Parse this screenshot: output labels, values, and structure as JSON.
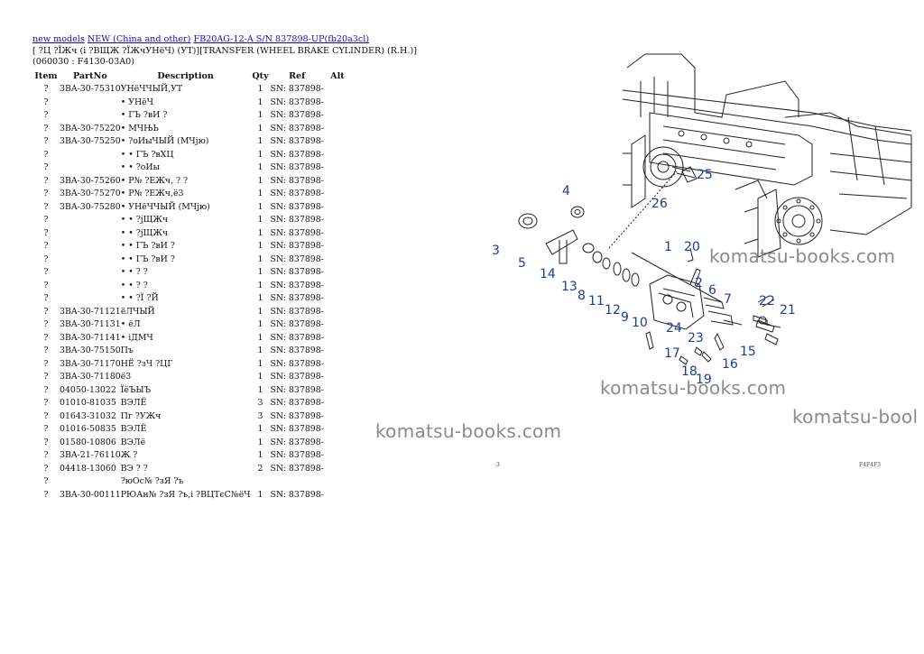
{
  "breadcrumb": {
    "link1": "new models",
    "link2": "NEW (China and other)",
    "link3": "FB20AG-12-A S/N 837898-UP(fb20a3cl)"
  },
  "page_title": "[ ?Ц ?ЇЖч (i ?ВЩЖ ?ЇЖчУНёЧ) (УТ)][TRANSFER (WHEEL BRAKE CYLINDER) (R.H.)](060030 : F4130-03A0)",
  "table": {
    "headers": [
      "Item",
      "PartNo",
      "Description",
      "Qty",
      "Ref",
      "Alt"
    ],
    "rows": [
      [
        "?",
        "3BA-30-75310",
        "УНёЧЧЫЙ,УТ",
        "1",
        "SN: 837898-"
      ],
      [
        "?",
        "",
        "• УНёЧ",
        "1",
        "SN: 837898-"
      ],
      [
        "?",
        "",
        "• ГЪ ?вИ ?",
        "1",
        "SN: 837898-"
      ],
      [
        "?",
        "3BA-30-75220",
        "• МЧЊЬ",
        "1",
        "SN: 837898-"
      ],
      [
        "?",
        "3BA-30-75250",
        "• ?оИыЧЫЙ (МЧјю)",
        "1",
        "SN: 837898-"
      ],
      [
        "?",
        "",
        "• • ГЪ ?вХЦ",
        "1",
        "SN: 837898-"
      ],
      [
        "?",
        "",
        "• • ?оИы",
        "1",
        "SN: 837898-"
      ],
      [
        "?",
        "3BA-30-75260",
        "• Р№ ?ЕЖч, ? ?",
        "1",
        "SN: 837898-"
      ],
      [
        "?",
        "3BA-30-75270",
        "• Р№ ?ЕЖч,ё3",
        "1",
        "SN: 837898-"
      ],
      [
        "?",
        "3BA-30-75280",
        "• УНёЧЧЫЙ (МЧјю)",
        "1",
        "SN: 837898-"
      ],
      [
        "?",
        "",
        "• • ?јЩЖч",
        "1",
        "SN: 837898-"
      ],
      [
        "?",
        "",
        "• • ?јЩЖч",
        "1",
        "SN: 837898-"
      ],
      [
        "?",
        "",
        "• • ГЪ ?вИ ?",
        "1",
        "SN: 837898-"
      ],
      [
        "?",
        "",
        "• • ГЪ ?вИ ?",
        "1",
        "SN: 837898-"
      ],
      [
        "?",
        "",
        "• • ? ?",
        "1",
        "SN: 837898-"
      ],
      [
        "?",
        "",
        "• • ? ?",
        "1",
        "SN: 837898-"
      ],
      [
        "?",
        "",
        "• • ?Ї ?Й",
        "1",
        "SN: 837898-"
      ],
      [
        "?",
        "3BA-30-71121",
        "ёЛЧЫЙ",
        "1",
        "SN: 837898-"
      ],
      [
        "?",
        "3BA-30-71131",
        "• ёЛ",
        "1",
        "SN: 837898-"
      ],
      [
        "?",
        "3BA-30-71141",
        "• іДМЧ",
        "1",
        "SN: 837898-"
      ],
      [
        "?",
        "3BA-30-75150",
        "Пъ",
        "1",
        "SN: 837898-"
      ],
      [
        "?",
        "3BA-30-71170",
        "НЁ ?зЧ ?ЦГ",
        "1",
        "SN: 837898-"
      ],
      [
        "?",
        "3BA-30-71180",
        "ё3",
        "1",
        "SN: 837898-"
      ],
      [
        "?",
        "04050-13022",
        "ЇёЪЫЪ",
        "1",
        "SN: 837898-"
      ],
      [
        "?",
        "01010-81035",
        "ВЭЛЁ",
        "3",
        "SN: 837898-"
      ],
      [
        "?",
        "01643-31032",
        "Пг ?УЖч",
        "3",
        "SN: 837898-"
      ],
      [
        "?",
        "01016-50835",
        "ВЭЛЁ",
        "1",
        "SN: 837898-"
      ],
      [
        "?",
        "01580-10806",
        "ВЭЛё",
        "1",
        "SN: 837898-"
      ],
      [
        "?",
        "3BA-21-76110",
        "Ж ?",
        "1",
        "SN: 837898-"
      ],
      [
        "?",
        "04418-13060",
        "ВЭ ? ?",
        "2",
        "SN: 837898-"
      ],
      [
        "?",
        "",
        "?юОс№ ?зЯ ?ъ",
        "",
        ""
      ],
      [
        "?",
        "3BA-30-00111",
        "РЮАн№ ?зЯ ?ъ,i ?ВЦТєС№ёЧ",
        "1",
        "SN: 837898-"
      ]
    ]
  },
  "diagram": {
    "callouts": [
      "1",
      "2",
      "3",
      "4",
      "5",
      "6",
      "7",
      "8",
      "9",
      "10",
      "11",
      "12",
      "13",
      "14",
      "15",
      "16",
      "17",
      "18",
      "19",
      "20",
      "21",
      "22",
      "23",
      "24",
      "25",
      "26"
    ],
    "footer_left": "3",
    "footer_right": "F4F4F3"
  },
  "watermark": "komatsu-books.com",
  "watermark_cut": "komatsu-bool",
  "colors": {
    "link": "#1a0dab",
    "callout": "#1f3b9c",
    "watermark": "#8a8a8a"
  }
}
